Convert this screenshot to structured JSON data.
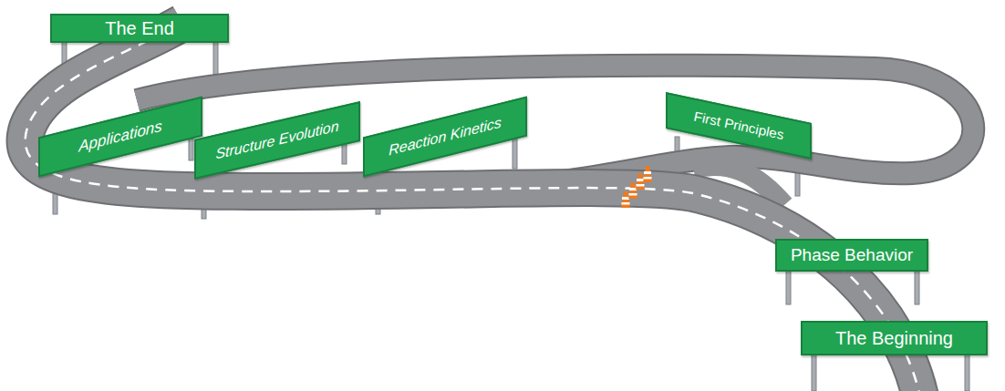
{
  "diagram": {
    "nodes": [
      {
        "text": [
          "The End"
        ]
      },
      {
        "text": [
          "Applications"
        ]
      },
      {
        "text": [
          "Structure Evolution"
        ]
      },
      {
        "text": [
          "Reaction Kinetics"
        ]
      },
      {
        "text": [
          "First Principles"
        ]
      },
      {
        "text": [
          "Phase Behavior"
        ]
      },
      {
        "text": [
          "The Beginning"
        ]
      }
    ]
  }
}
